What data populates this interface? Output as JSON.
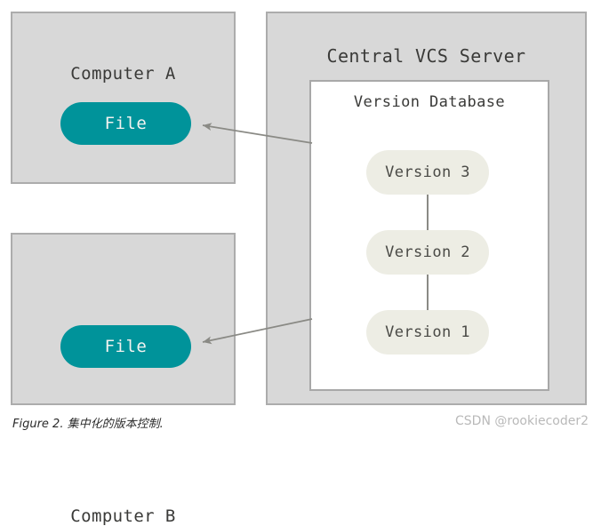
{
  "figure": {
    "caption": "Figure 2. 集中化的版本控制.",
    "watermark": "CSDN @rookiecoder2"
  },
  "colors": {
    "machine_box_fill": "#D8D8D8",
    "machine_box_border": "#ACACAC",
    "db_panel_fill": "#FFFFFF",
    "db_panel_border": "#A8A8A8",
    "file_pill_fill": "#00939A",
    "file_pill_text": "#F2F2F0",
    "version_pill_fill": "#EDEDE4",
    "version_pill_text": "#4A4A46",
    "arrow_stroke": "#8A8A85",
    "title_text": "#3A3A38",
    "watermark_text": "#B9B9B9"
  },
  "clients": [
    {
      "id": "computer-a",
      "title": "Computer A",
      "file_label": "File"
    },
    {
      "id": "computer-b",
      "title": "Computer B",
      "file_label": "File"
    }
  ],
  "server": {
    "title": "Central VCS Server",
    "database": {
      "title": "Version Database",
      "versions": [
        {
          "label": "Version 3"
        },
        {
          "label": "Version 2"
        },
        {
          "label": "Version 1"
        }
      ]
    }
  },
  "arrows": [
    {
      "id": "arrow-to-computer-a",
      "from": "version-database",
      "to": "computer-a-file"
    },
    {
      "id": "arrow-to-computer-b",
      "from": "version-database",
      "to": "computer-b-file"
    }
  ]
}
